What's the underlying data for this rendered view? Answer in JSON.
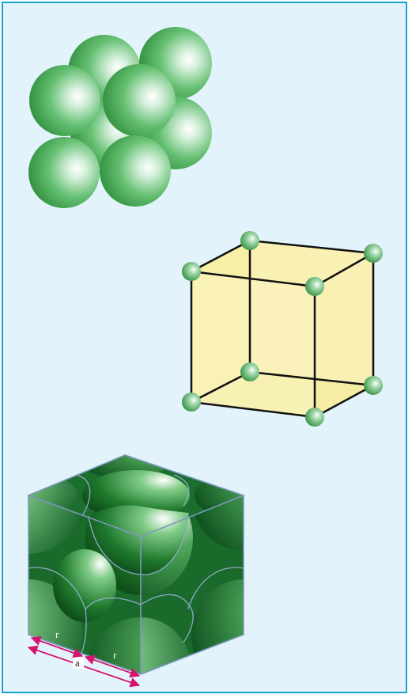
{
  "diagram": {
    "atoms_view": {
      "description_free": true
    },
    "unit_cell": {},
    "sectioned_cube": {
      "labels": {
        "r_left": "r",
        "r_right": "r",
        "a": "a"
      },
      "colors": {
        "dimension": "#d4146f"
      }
    }
  },
  "colors": {
    "background": "#e2f3fb",
    "border": "#1aa3cf",
    "sphere_dark": "#2f8f3e",
    "sphere_light": "#eaf7ee",
    "cube_face": "#f9f1b4"
  }
}
